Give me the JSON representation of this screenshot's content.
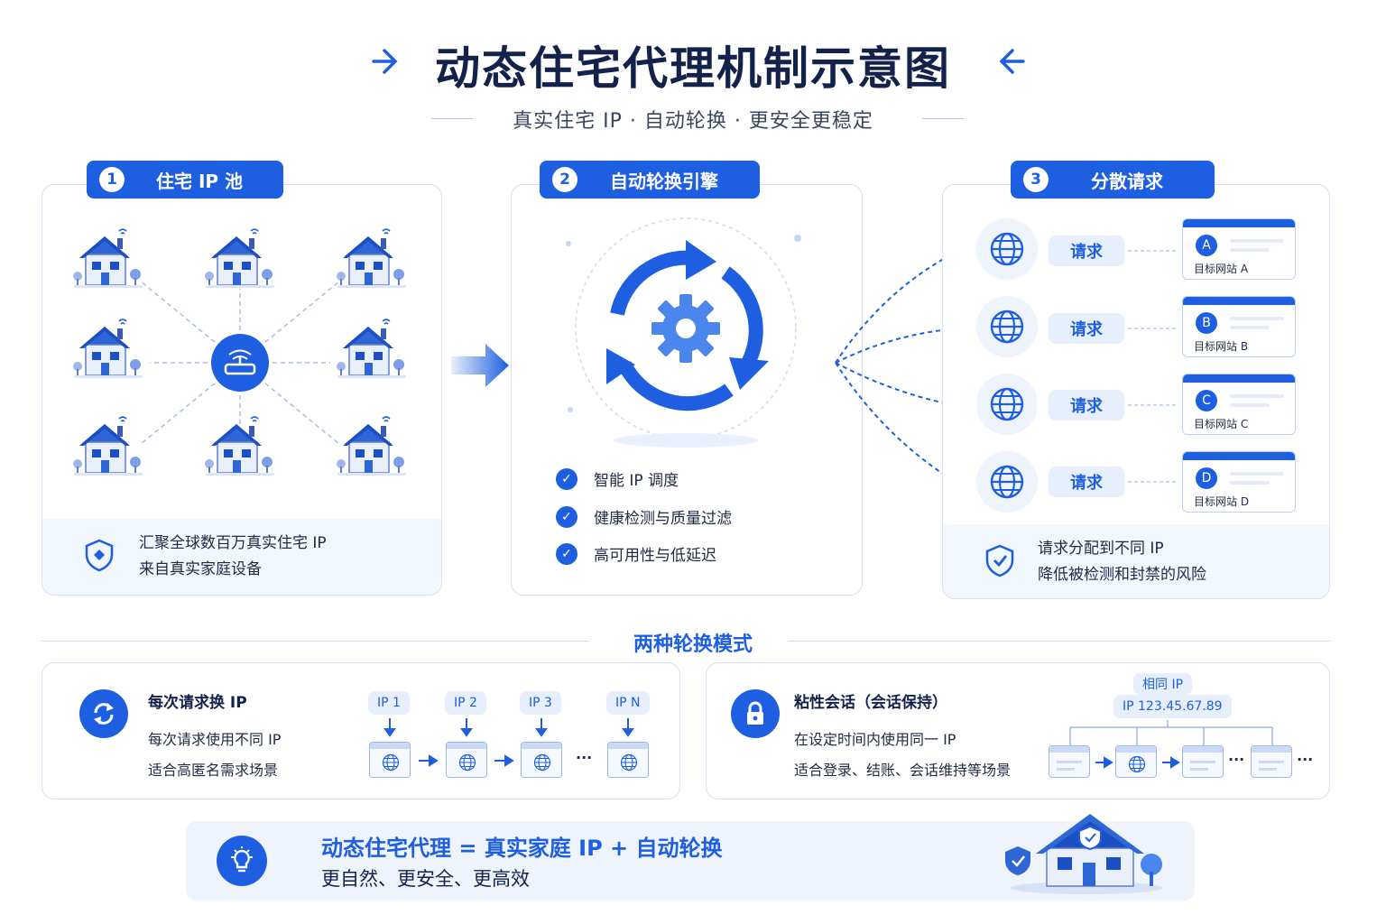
{
  "title": "动态住宅代理机制示意图",
  "subtitle": "真实住宅 IP  ·  自动轮换  ·  更安全更稳定",
  "colors": {
    "primary": "#1d5fe0",
    "dark": "#12224a",
    "panel_border": "#d6e0f5",
    "panel_foot": "#f2f6fd"
  },
  "pool": {
    "num": "1",
    "label": "住宅 IP 池",
    "icons": {
      "house": "house-icon",
      "router": "router-icon",
      "shield": "shield-icon"
    },
    "foot_line1": "汇聚全球数百万真实住宅 IP",
    "foot_line2": "来自真实家庭设备"
  },
  "engine": {
    "num": "2",
    "label": "自动轮换引擎",
    "icons": {
      "rotate": "rotate-arrows-icon",
      "gear": "gear-icon",
      "check": "check-icon"
    },
    "features": [
      "智能 IP 调度",
      "健康检测与质量过滤",
      "高可用性与低延迟"
    ]
  },
  "dispatch": {
    "num": "3",
    "label": "分散请求",
    "request_label": "请求",
    "icons": {
      "globe": "globe-icon",
      "shield": "shield-icon"
    },
    "sites": [
      {
        "badge": "A",
        "name": "目标网站 A"
      },
      {
        "badge": "B",
        "name": "目标网站 B"
      },
      {
        "badge": "C",
        "name": "目标网站 C"
      },
      {
        "badge": "D",
        "name": "目标网站 D"
      }
    ],
    "foot_line1": "请求分配到不同 IP",
    "foot_line2": "降低被检测和封禁的风险"
  },
  "modes": {
    "title": "两种轮换模式",
    "per_request": {
      "heading": "每次请求换 IP",
      "line1": "每次请求使用不同 IP",
      "line2": "适合高匿名需求场景",
      "icon": "refresh-icon",
      "ips": [
        "IP 1",
        "IP 2",
        "IP 3",
        "IP N"
      ],
      "ellipsis": "···"
    },
    "sticky": {
      "heading": "粘性会话（会话保持）",
      "line1": "在设定时间内使用同一 IP",
      "line2": "适合登录、结账、会话维持等场景",
      "icon": "lock-icon",
      "same_ip_label": "相同 IP",
      "ip_value": "IP 123.45.67.89",
      "ellipsis": "···"
    }
  },
  "summary": {
    "heading": "动态住宅代理 = 真实家庭 IP + 自动轮换",
    "line": "更自然、更安全、更高效",
    "icons": {
      "bulb": "lightbulb-icon",
      "house": "secure-house-icon"
    }
  }
}
